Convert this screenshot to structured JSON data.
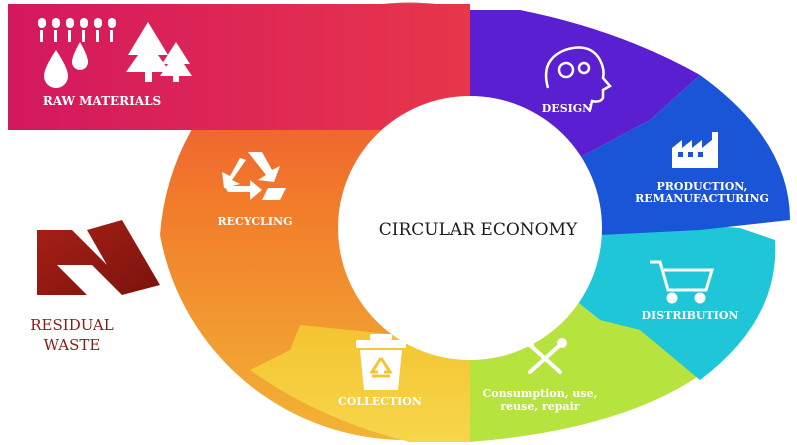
{
  "center_title": "CIRCULAR ECONOMY",
  "stages": {
    "raw_materials": {
      "label": "RAW MATERIALS",
      "color": "#d81b60",
      "icons": [
        "wheat-icon",
        "droplets-icon",
        "trees-icon"
      ]
    },
    "design": {
      "label": "DESIGN",
      "color": "#5b1fd1",
      "icons": [
        "head-gears-icon"
      ]
    },
    "production": {
      "label_line1": "PRODUCTION,",
      "label_line2": "REMANUFACTURING",
      "color": "#1856d6",
      "icons": [
        "factory-icon"
      ]
    },
    "distribution": {
      "label": "DISTRIBUTION",
      "color": "#20c4d6",
      "icons": [
        "shopping-cart-icon"
      ]
    },
    "consumption": {
      "label_line1": "Consumption, use,",
      "label_line2": "reuse, repair",
      "color": "#b0e03a",
      "icons": [
        "tools-icon"
      ]
    },
    "collection": {
      "label": "COLLECTION",
      "color": "#f2c832",
      "icons": [
        "recycle-bin-icon"
      ]
    },
    "recycling": {
      "label": "RECYCLING",
      "color": "#f07a2c",
      "icons": [
        "recycle-icon"
      ]
    }
  },
  "residual_waste": {
    "line1": "RESIDUAL",
    "line2": "WASTE",
    "color": "#8b1a14"
  }
}
